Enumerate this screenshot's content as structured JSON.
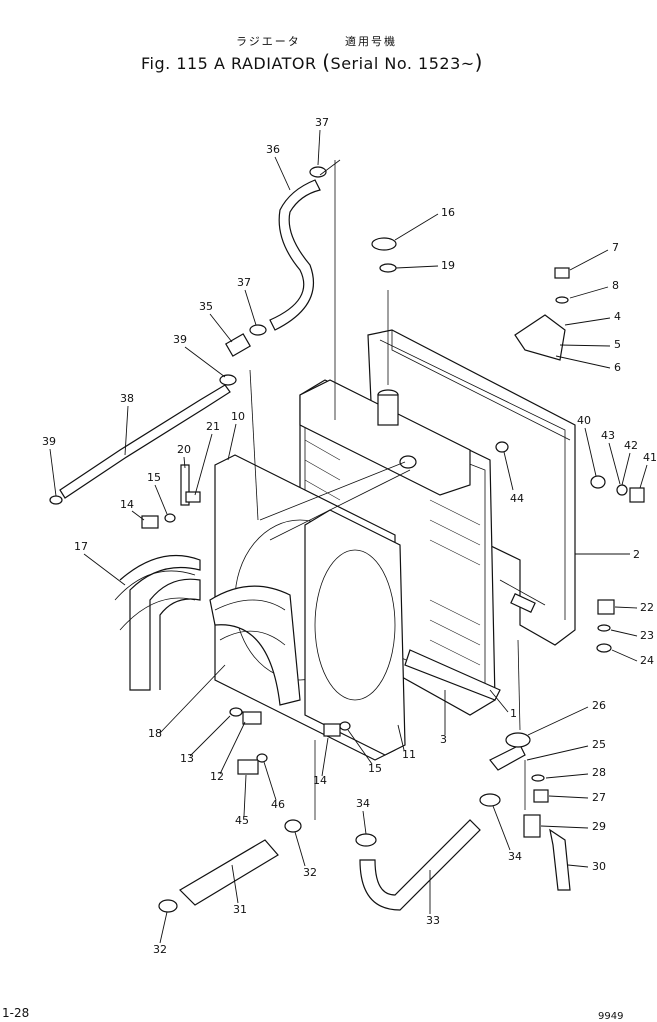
{
  "header": {
    "title_jp": "ラジエータ",
    "serial_jp": "適用号機",
    "figure_label": "Fig. 115 A",
    "part_name": "RADIATOR",
    "serial_text": "Serial No. 1523~"
  },
  "footer": {
    "left": "1-28",
    "right": "9949"
  },
  "callouts": [
    "37",
    "36",
    "16",
    "19",
    "7",
    "8",
    "4",
    "5",
    "6",
    "35",
    "37",
    "39",
    "38",
    "39",
    "40",
    "43",
    "42",
    "41",
    "10",
    "21",
    "20",
    "15",
    "14",
    "44",
    "2",
    "17",
    "22",
    "23",
    "24",
    "18",
    "26",
    "1",
    "3",
    "25",
    "28",
    "13",
    "12",
    "14",
    "15",
    "11",
    "46",
    "27",
    "45",
    "34",
    "29",
    "32",
    "34",
    "30",
    "31",
    "33",
    "32"
  ]
}
